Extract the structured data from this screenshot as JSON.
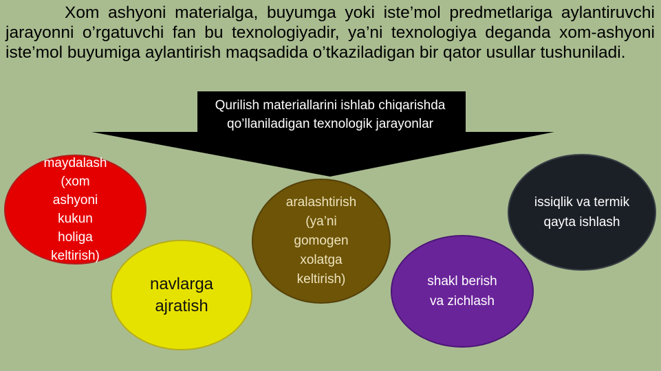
{
  "intro_text": "Xom ashyoni materialga, buyumga yoki iste’mol predmetlariga aylantiruvchi jarayonni o’rgatuvchi fan bu texnologiyadir, ya’ni texnologiya deganda xom-ashyoni iste’mol buyumiga aylantirish maqsadida o’tkaziladigan bir qator usullar tushuniladi.",
  "arrow_title": "Qurilish materiallarini ishlab chiqarishda qo’llaniladigan texnologik jarayonlar",
  "processes": {
    "crushing": "maydalash (xom ashyoni kukun holiga keltirish)",
    "sorting": "navlarga ajratish",
    "mixing": "aralashtirish (ya’ni gomogen xolatga keltirish)",
    "shaping": "shakl berish va zichlash",
    "thermal": "issiqlik va termik qayta ishlash"
  },
  "colors": {
    "background": "#a9bc90",
    "arrow": "#000000",
    "crushing": "#e50000",
    "sorting": "#e6e200",
    "mixing": "#6d5406",
    "shaping": "#6a249a",
    "thermal": "#1b1f26"
  }
}
